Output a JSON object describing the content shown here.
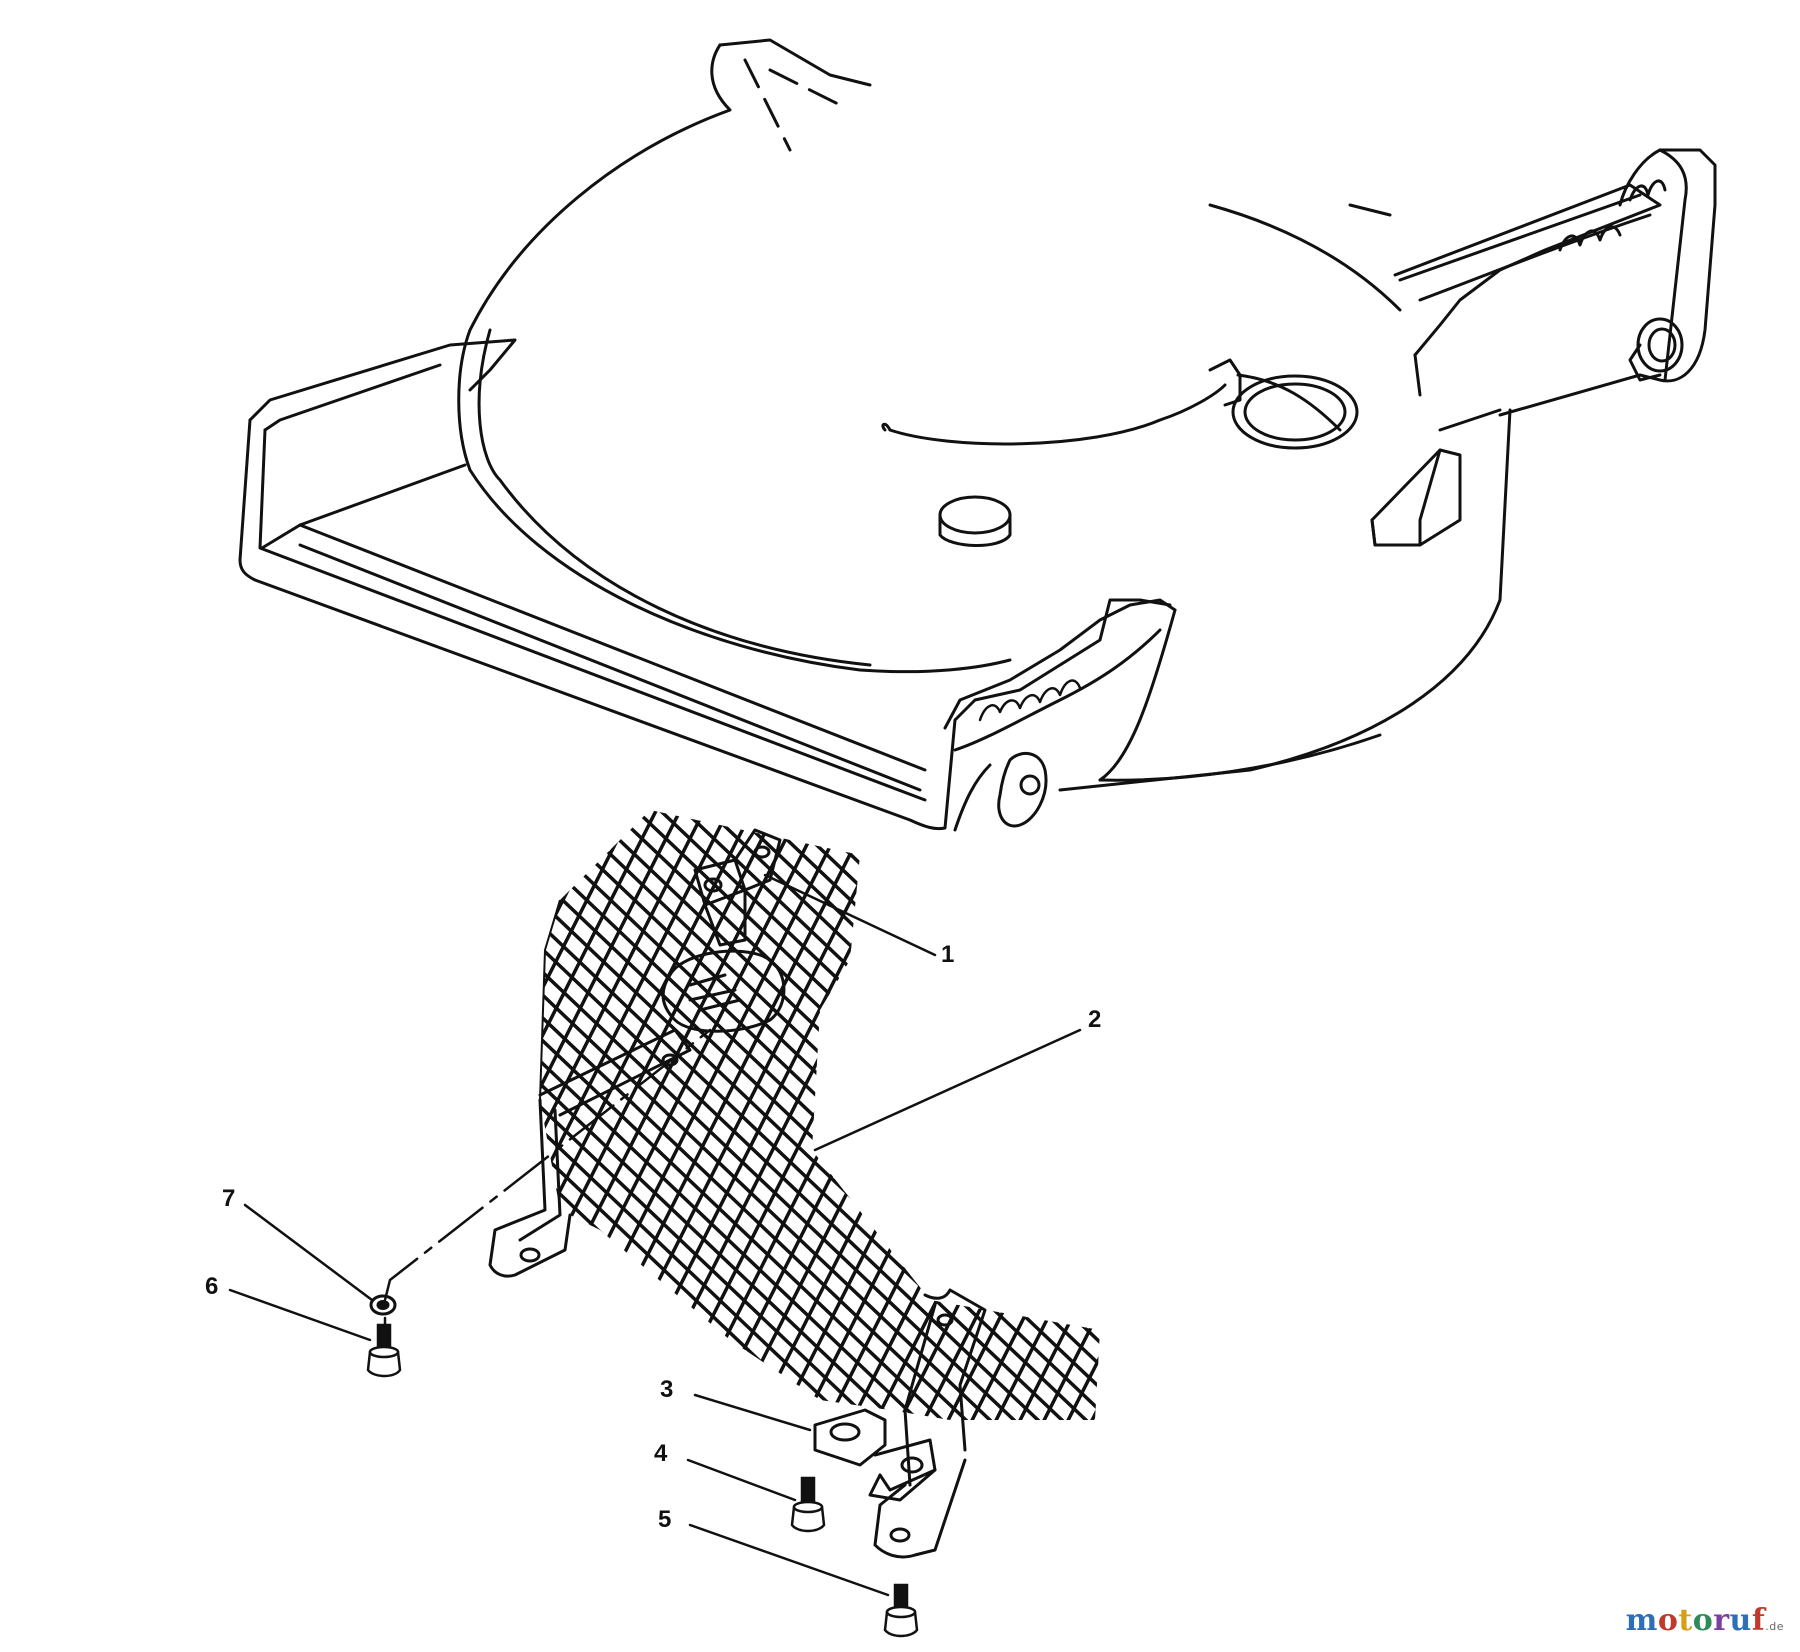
{
  "callouts": [
    {
      "id": "1",
      "label": "1"
    },
    {
      "id": "2",
      "label": "2"
    },
    {
      "id": "3",
      "label": "3"
    },
    {
      "id": "4",
      "label": "4"
    },
    {
      "id": "5",
      "label": "5"
    },
    {
      "id": "6",
      "label": "6"
    },
    {
      "id": "7",
      "label": "7"
    }
  ],
  "watermark": {
    "letters": [
      "m",
      "o",
      "t",
      "o",
      "r",
      "u",
      "f"
    ],
    "suffix": ".de"
  }
}
